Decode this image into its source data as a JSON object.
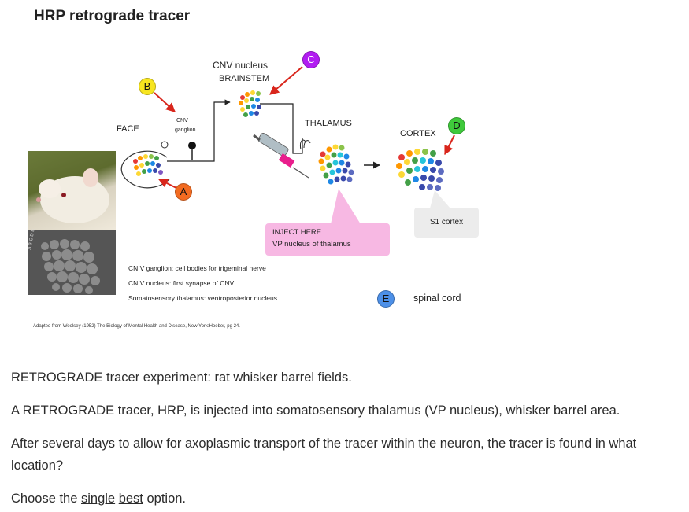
{
  "figure": {
    "title": "HRP retrograde tracer",
    "labels": {
      "cnv_nucleus_line1": "CNV nucleus",
      "cnv_nucleus_line2": "BRAINSTEM",
      "face": "FACE",
      "cnv_ganglion_line1": "CNV",
      "cnv_ganglion_line2": "ganglion",
      "thalamus": "THALAMUS",
      "cortex": "CORTEX",
      "s1_cortex": "S1 cortex",
      "inject_line1": "INJECT HERE",
      "inject_line2": "VP nucleus of thalamus",
      "spinal_cord": "spinal cord",
      "photo_letters": "A B C D E"
    },
    "markers": {
      "a": {
        "letter": "A",
        "color": "#f26b21"
      },
      "b": {
        "letter": "B",
        "color": "#f7e51f"
      },
      "c": {
        "letter": "C",
        "color": "#b21cf2"
      },
      "d": {
        "letter": "D",
        "color": "#3fc93b"
      },
      "e": {
        "letter": "E",
        "color": "#4d90e8"
      }
    },
    "notes": [
      "CN V ganglion: cell bodies for trigeminal nerve",
      "CN V nucleus: first synapse of CNV.",
      "Somatosensory thalamus: ventroposterior nucleus"
    ],
    "credit": "Adapted from Woolsey (1952) The Biology of Mental Health and Disease, New York:Hoeber, pg 24."
  },
  "question": {
    "p1": "RETROGRADE tracer experiment: rat whisker barrel fields.",
    "p2": "A RETROGRADE tracer, HRP, is injected into somatosensory thalamus (VP nucleus), whisker barrel area.",
    "p3": "After several days to allow for axoplasmic transport of the tracer within the neuron, the tracer is found in what location?",
    "p4_pre": "Choose the ",
    "p4_single": "single",
    "p4_space": " ",
    "p4_best": "best",
    "p4_post": " option."
  }
}
